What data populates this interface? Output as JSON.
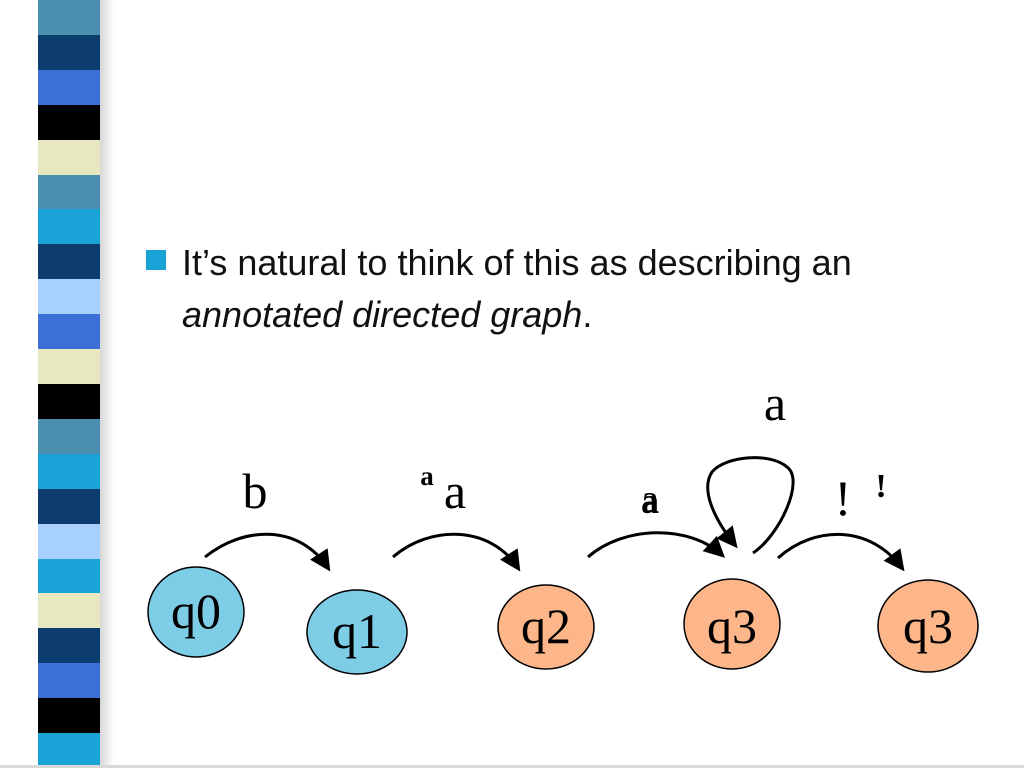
{
  "bullet": {
    "text_before": "It’s natural to think of this as describing an ",
    "emphasis": "annotated directed graph",
    "text_after": "."
  },
  "diagram": {
    "nodes": [
      {
        "id": "n0",
        "label": "q0",
        "fill": "#7ecde6"
      },
      {
        "id": "n1",
        "label": "q1",
        "fill": "#7ecde6"
      },
      {
        "id": "n2",
        "label": "q2",
        "fill": "#fdb68a"
      },
      {
        "id": "n3",
        "label": "q3",
        "fill": "#fdb68a"
      },
      {
        "id": "n4",
        "label": "q3",
        "fill": "#fdb68a"
      }
    ],
    "edge_labels": {
      "e01": "b",
      "e12_small": "a",
      "e12": "a",
      "e23": "a",
      "e23_overlay": "a",
      "loop3": "a",
      "e34": "!",
      "e34_extra": "!"
    }
  },
  "colors": {
    "stripe": [
      "#4a8fb0",
      "#0d3c6e",
      "#3d6fd8",
      "#000000",
      "#e8e8c0",
      "#4a8fb0",
      "#1aa3d6",
      "#0d3c6e",
      "#a8d0ff",
      "#3d6fd8",
      "#e8e8c0",
      "#000000",
      "#4a8fb0",
      "#1aa3d6",
      "#0d3c6e",
      "#a8d0ff",
      "#1aa3d6",
      "#e8e8c0",
      "#0d3c6e",
      "#3d6fd8",
      "#000000",
      "#1aa3d6"
    ]
  }
}
